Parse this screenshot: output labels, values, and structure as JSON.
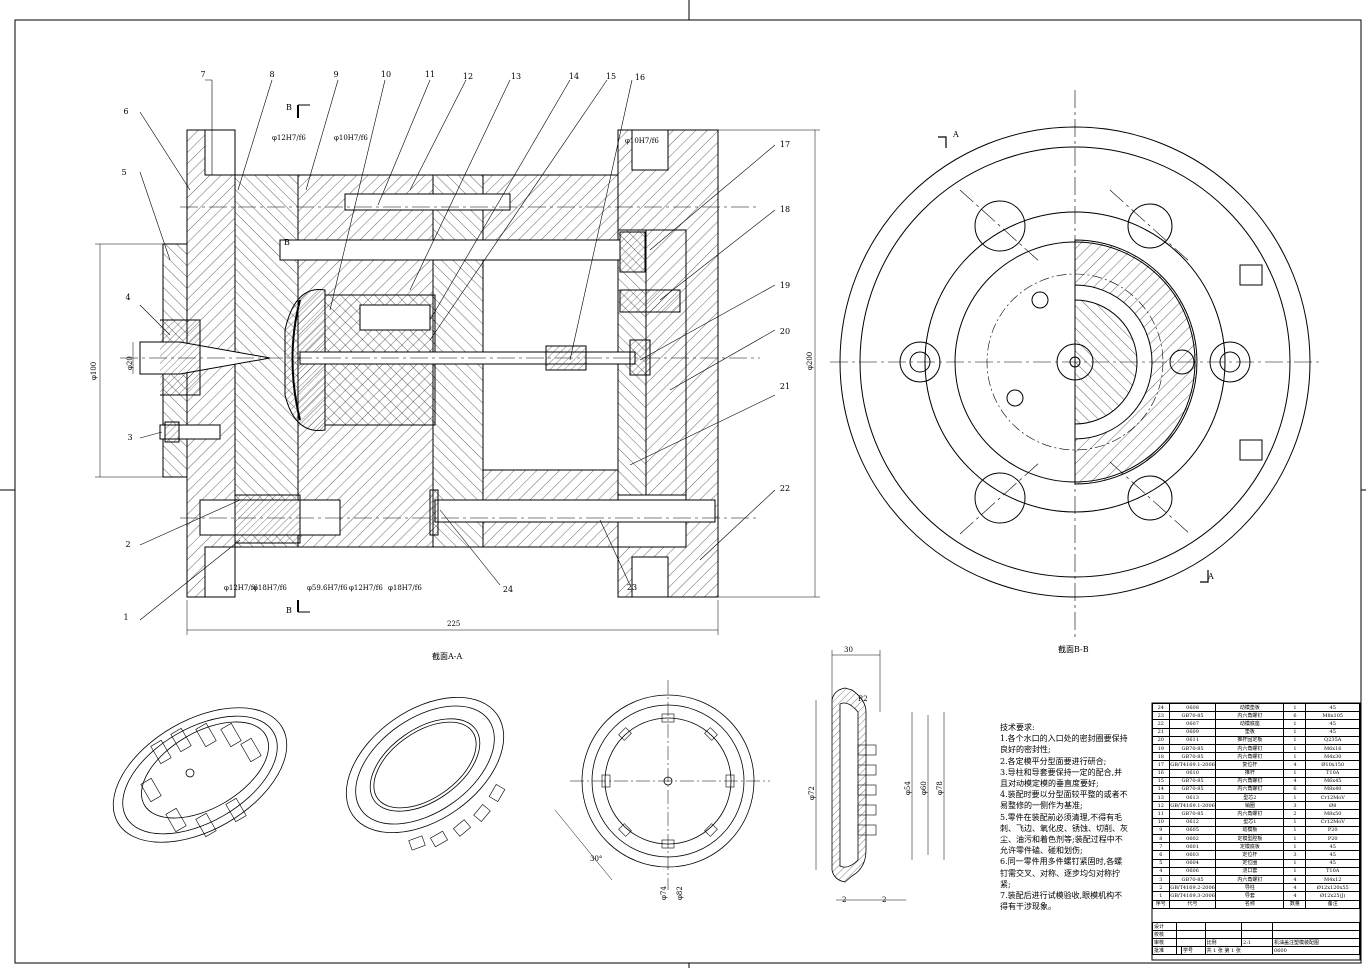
{
  "views": {
    "section_aa": "截面A-A",
    "section_bb": "截面B-B",
    "mark_b_top": "B",
    "mark_b_bottom": "B",
    "mark_b_mid": "B",
    "mark_a_top": "A",
    "mark_a_bottom": "A"
  },
  "balloons": [
    "1",
    "2",
    "3",
    "4",
    "5",
    "6",
    "7",
    "8",
    "9",
    "10",
    "11",
    "12",
    "13",
    "14",
    "15",
    "16",
    "17",
    "18",
    "19",
    "20",
    "21",
    "22",
    "23",
    "24"
  ],
  "dimensions": {
    "overall_length": "225",
    "height_100": "φ100",
    "dia_200": "φ200",
    "dia_20": "φ20",
    "fit_12_top": "φ12H7/f6",
    "fit_10_top": "φ10H7/f6",
    "fit_10_right": "φ10H7/f6",
    "fit_12_bot": "φ12H7/f6",
    "fit_18_bot": "φ18H7/f6",
    "fit_59": "φ59.6H7/f6",
    "fit_12_bot2": "φ12H7/f6",
    "fit_18_bot2": "φ18H7/f6",
    "part_d1": "φ72",
    "part_d2": "φ54",
    "part_d3": "φ60",
    "part_d4": "φ78",
    "part_top": "30",
    "part_w1": "2",
    "part_w2": "2",
    "part_r": "R2",
    "view_d1": "φ74",
    "view_d2": "φ82",
    "view_angle": "30°"
  },
  "requirements": {
    "title": "技术要求:",
    "items": [
      "1.各个水口的入口处的密封圈要保持良好的密封性;",
      "2.各定模平分型面要进行研合;",
      "3.导柱和导套要保持一定的配合,并且对动模定模的垂直度要好;",
      "4.装配时要以分型面较平整的或者不易整修的一侧作为基准;",
      "5.零件在装配前必须清理,不得有毛刺、飞边、氧化皮、锈蚀、切削、灰尘、油污和着色剂等;装配过程中不允许零件磕、碰和划伤;",
      "6.同一零件用多件螺钉紧固时,各螺钉需交叉、对称、逐步均匀对称拧紧;",
      "7.装配后进行试模验收,眼模机构不得有干涉现象。"
    ]
  },
  "bom": {
    "rows": [
      [
        "24",
        "0608",
        "动模垫板",
        "1",
        "45"
      ],
      [
        "23",
        "GB70-85",
        "内六角螺钉",
        "6",
        "M8x105"
      ],
      [
        "22",
        "0607",
        "动模底座",
        "1",
        "45"
      ],
      [
        "21",
        "0609",
        "垫板",
        "1",
        "45"
      ],
      [
        "20",
        "0611",
        "推杆固定板",
        "1",
        "Q235A"
      ],
      [
        "19",
        "GB70-85",
        "内六角螺钉",
        "1",
        "M6x16"
      ],
      [
        "18",
        "GB70-85",
        "内六角螺钉",
        "1",
        "M4x30"
      ],
      [
        "17",
        "GB/T4169.1-2006",
        "复位杆",
        "4",
        "Ø10x150"
      ],
      [
        "16",
        "0610",
        "推杆",
        "1",
        "T10A"
      ],
      [
        "15",
        "GB70-85",
        "内六角螺钉",
        "4",
        "M6x45"
      ],
      [
        "14",
        "GB70-85",
        "内六角螺钉",
        "6",
        "M8x40"
      ],
      [
        "13",
        "0613",
        "型芯2",
        "1",
        "Cr12MoV"
      ],
      [
        "12",
        "GB/T4169.1-2006",
        "销圈",
        "3",
        "Ø8"
      ],
      [
        "11",
        "GB70-85",
        "内六角螺钉",
        "2",
        "M8x50"
      ],
      [
        "10",
        "0612",
        "型芯1",
        "1",
        "Cr12MoV"
      ],
      [
        "9",
        "0605",
        "动模板",
        "1",
        "P20"
      ],
      [
        "8",
        "0602",
        "定模型腔板",
        "1",
        "P20"
      ],
      [
        "7",
        "0601",
        "定模底板",
        "1",
        "45"
      ],
      [
        "6",
        "0603",
        "定位杆",
        "3",
        "45"
      ],
      [
        "5",
        "0604",
        "定位圈",
        "1",
        "45"
      ],
      [
        "4",
        "0606",
        "浇口套",
        "1",
        "T10A"
      ],
      [
        "3",
        "GB70-85",
        "内六角螺钉",
        "4",
        "M4x12"
      ],
      [
        "2",
        "GB/T4169.2-2006",
        "导柱",
        "4",
        "Ø12x120x55"
      ],
      [
        "1",
        "GB/T4169.3-2006",
        "导套",
        "4",
        "Ø12x25(J)"
      ]
    ],
    "header": [
      "序号",
      "代号",
      "名称",
      "数量",
      "备注"
    ]
  },
  "title_block": {
    "design": "设计",
    "check": "校核",
    "review": "审核",
    "approve": "批准",
    "scale_label": "比例",
    "scale": "2:1",
    "name": "机油盖注塑模装配图",
    "sheets": "共 1 张 第 1 张",
    "drawing_no": "0600",
    "xuehao": "学号"
  }
}
